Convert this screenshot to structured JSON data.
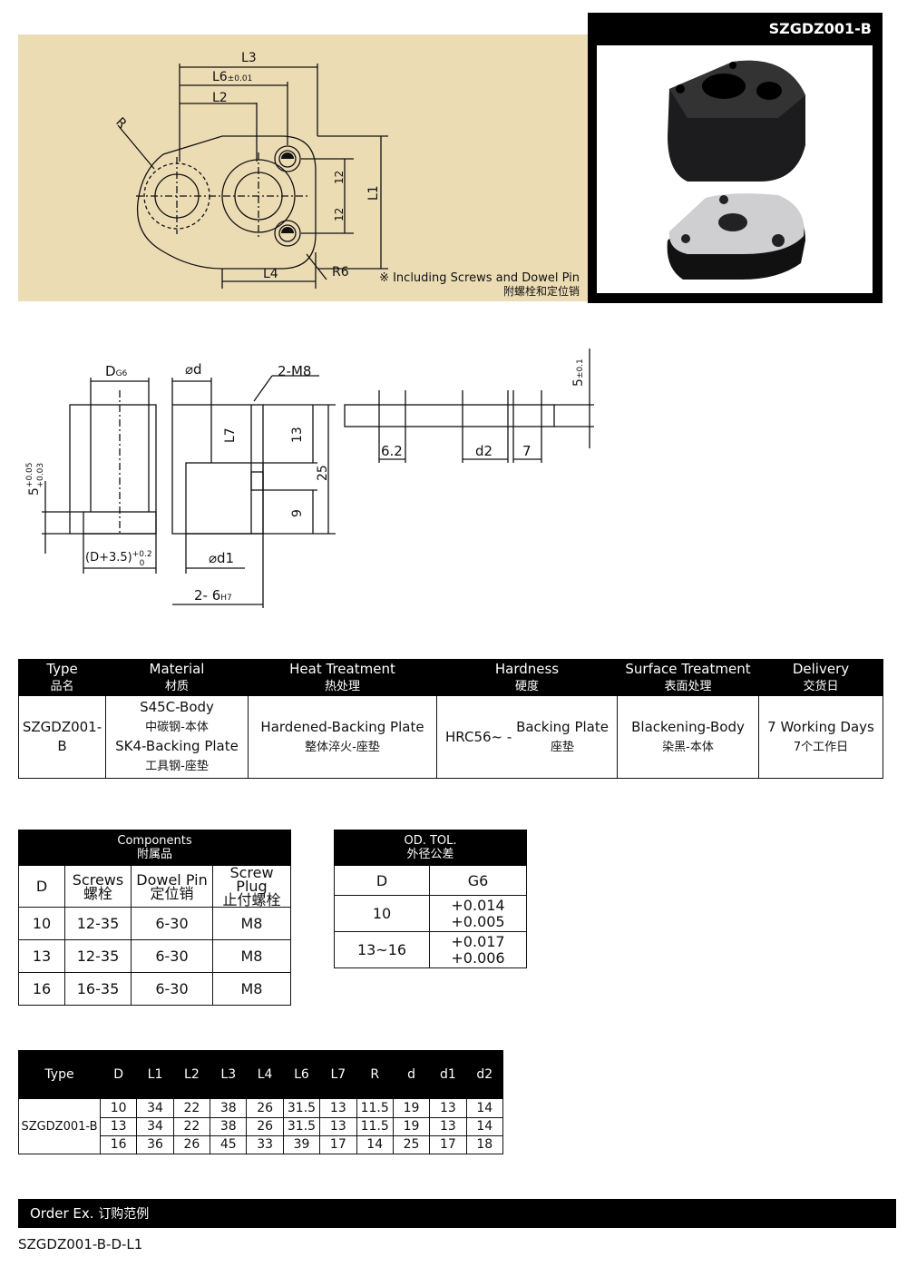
{
  "product_code": "SZGDZ001-B",
  "top_drawing": {
    "labels": {
      "l3": "L3",
      "l6": "L6",
      "l6_tol": "±0.01",
      "l2": "L2",
      "r": "R",
      "l1": "L1",
      "dim12a": "12",
      "dim12b": "12",
      "l4": "L4",
      "r6": "R6"
    },
    "note_en": "※ Including Screws and Dowel Pin",
    "note_cn": "附螺栓和定位销"
  },
  "side_drawing": {
    "labels": {
      "dg6": "D",
      "dg6_sub": "G6",
      "phi_d": "⌀d",
      "m8": "2-M8",
      "l7": "L7",
      "d13": "13",
      "d25": "25",
      "d9": "9",
      "d5": "5",
      "d5_tol_up": "+0.05",
      "d5_tol_dn": "+0.03",
      "d35": "(D+3.5)",
      "d35_up": "+0.2",
      "d35_dn": "0",
      "phi_d1": "⌀d1",
      "pin": "2- 6",
      "pin_sub": "H7",
      "d62": "6.2",
      "d2": "d2",
      "d7": "7",
      "t5": "5",
      "t5_tol": "±0.1"
    }
  },
  "spec_table": {
    "headers": [
      {
        "en": "Type",
        "cn": "品名"
      },
      {
        "en": "Material",
        "cn": "材质"
      },
      {
        "en": "Heat Treatment",
        "cn": "热处理"
      },
      {
        "en": "Hardness",
        "cn": "硬度"
      },
      {
        "en": "Surface Treatment",
        "cn": "表面处理"
      },
      {
        "en": "Delivery",
        "cn": "交货日"
      }
    ],
    "row": {
      "type": "SZGDZ001-B",
      "material_1_en": "S45C-Body",
      "material_1_cn": "中碳钢-本体",
      "material_2_en": "SK4-Backing Plate",
      "material_2_cn": "工具钢-座垫",
      "heat_en": "Hardened-Backing Plate",
      "heat_cn": "整体淬火-座垫",
      "hardness_val": "HRC56~ -",
      "hardness_en": "Backing Plate",
      "hardness_cn": "座垫",
      "surface_en": "Blackening-Body",
      "surface_cn": "染黑-本体",
      "delivery_en": "7 Working Days",
      "delivery_cn": "7个工作日"
    }
  },
  "components": {
    "title_en": "Components",
    "title_cn": "附属品",
    "cols": [
      {
        "en": "D",
        "cn": ""
      },
      {
        "en": "Screws",
        "cn": "螺栓"
      },
      {
        "en": "Dowel Pin",
        "cn": "定位销"
      },
      {
        "en": "Screw Plug",
        "cn": "止付螺栓"
      }
    ],
    "rows": [
      [
        "10",
        "12-35",
        "6-30",
        "M8"
      ],
      [
        "13",
        "12-35",
        "6-30",
        "M8"
      ],
      [
        "16",
        "16-35",
        "6-30",
        "M8"
      ]
    ]
  },
  "od_tol": {
    "title_en": "OD. TOL.",
    "title_cn": "外径公差",
    "cols": [
      "D",
      "G6"
    ],
    "rows": [
      {
        "d": "10",
        "up": "+0.014",
        "dn": "+0.005"
      },
      {
        "d": "13~16",
        "up": "+0.017",
        "dn": "+0.006"
      }
    ]
  },
  "dims": {
    "headers": [
      "Type",
      "D",
      "L1",
      "L2",
      "L3",
      "L4",
      "L6",
      "L7",
      "R",
      "d",
      "d1",
      "d2"
    ],
    "type": "SZGDZ001-B",
    "rows": [
      [
        "10",
        "34",
        "22",
        "38",
        "26",
        "31.5",
        "13",
        "11.5",
        "19",
        "13",
        "14"
      ],
      [
        "13",
        "34",
        "22",
        "38",
        "26",
        "31.5",
        "13",
        "11.5",
        "19",
        "13",
        "14"
      ],
      [
        "16",
        "36",
        "26",
        "45",
        "33",
        "39",
        "17",
        "14",
        "25",
        "17",
        "18"
      ]
    ]
  },
  "order": {
    "label_en": "Order Ex.",
    "label_cn": "订购范例",
    "example": "SZGDZ001-B-D-L1"
  }
}
